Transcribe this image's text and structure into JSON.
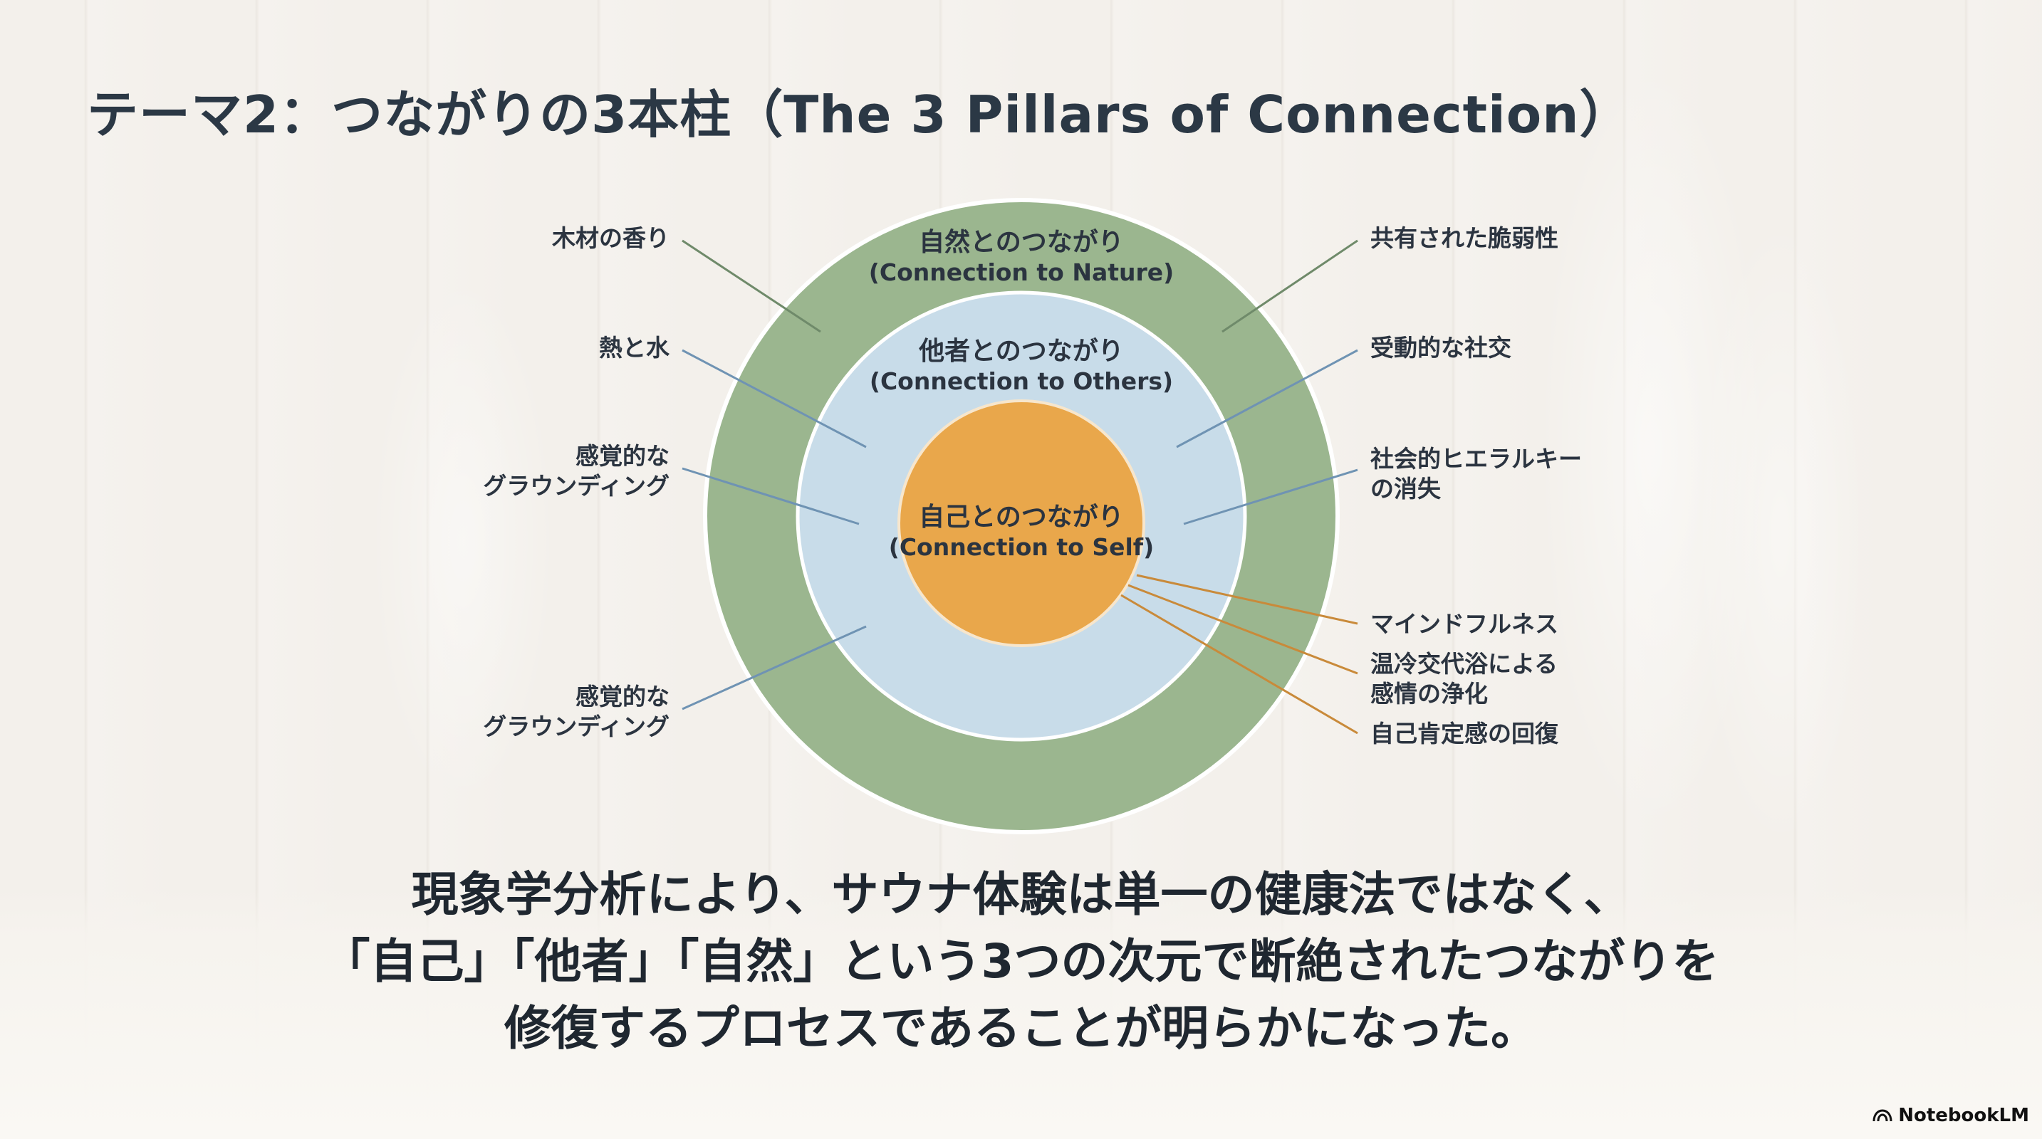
{
  "title": "テーマ2：つながりの3本柱（The 3 Pillars of Connection）",
  "rings": {
    "nature": {
      "title_ja": "自然とのつながり",
      "title_en": "(Connection to Nature)",
      "color": "#9bb68f"
    },
    "others": {
      "title_ja": "他者とのつながり",
      "title_en": "(Connection to Others)",
      "color": "#c8dce9"
    },
    "self": {
      "title_ja": "自己とのつながり",
      "title_en": "(Connection to Self)",
      "color": "#e9a74b"
    }
  },
  "labels": {
    "left": {
      "wood_scent": "木材の香り",
      "heat_water": "熱と水",
      "sensory_1_line1": "感覚的な",
      "sensory_1_line2": "グラウンディング",
      "sensory_2_line1": "感覚的な",
      "sensory_2_line2": "グラウンディング"
    },
    "right": {
      "shared_vulnerability": "共有された脆弱性",
      "passive_social": "受動的な社交",
      "hierarchy_line1": "社会的ヒエラルキー",
      "hierarchy_line2": "の消失",
      "mindfulness": "マインドフルネス",
      "contrast_line1": "温冷交代浴による",
      "contrast_line2": "感情の浄化",
      "self_esteem": "自己肯定感の回復"
    }
  },
  "line_colors": {
    "nature": "#6f8a6a",
    "others": "#6f93b3",
    "self": "#c98a3a"
  },
  "conclusion": {
    "line1": "現象学分析により、サウナ体験は単一の健康法ではなく、",
    "line2": "「自己」「他者」「自然」という3つの次元で断絶されたつながりを",
    "line3": "修復するプロセスであることが明らかになった。"
  },
  "brand": {
    "name": "NotebookLM",
    "icon": "notebooklm-logo-icon"
  }
}
